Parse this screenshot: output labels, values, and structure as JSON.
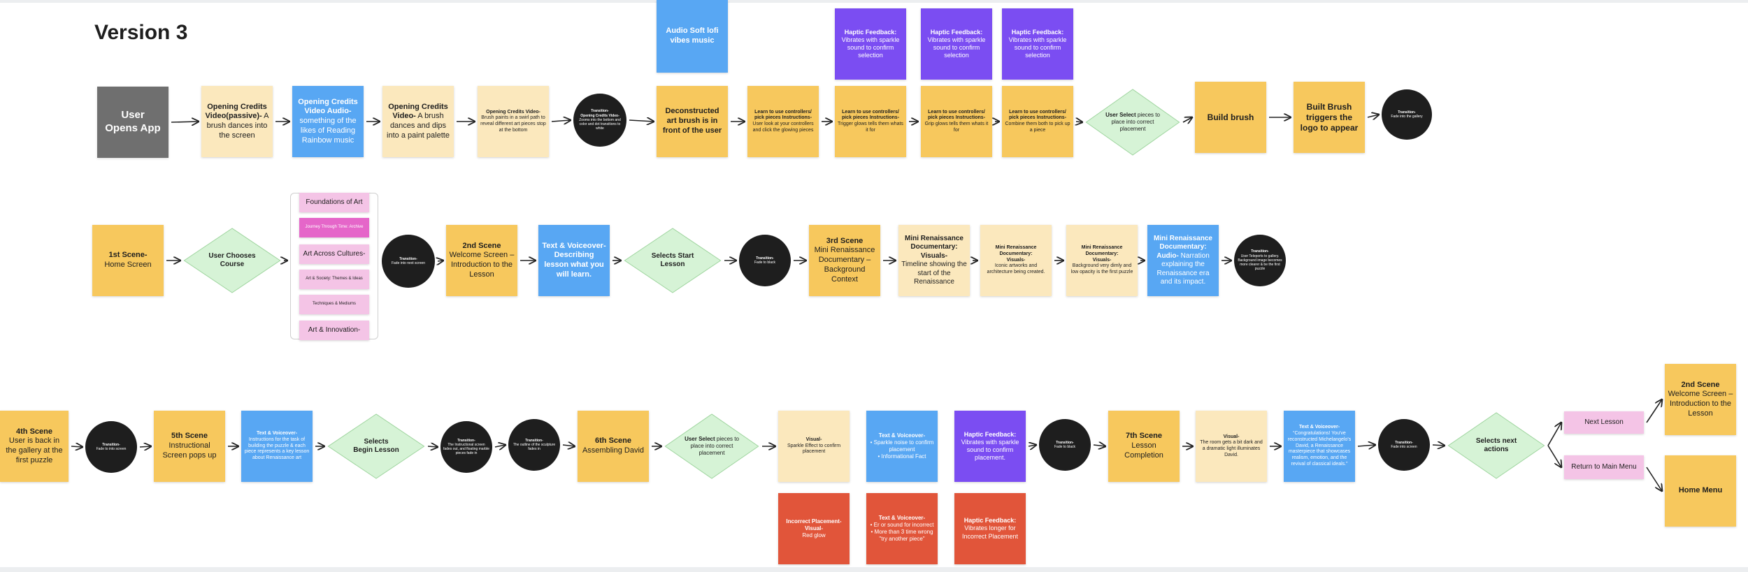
{
  "title": "Version 3",
  "colors": {
    "grey": "#6f6f6f",
    "yellow": "#f7c85d",
    "cream": "#fbe8bd",
    "blue": "#58a7f3",
    "purple": "#7b4df2",
    "pink": "#f4c4e6",
    "magenta": "#e566c9",
    "red": "#e1553a",
    "diamond_fill": "#d6f3d6",
    "diamond_stroke": "#9fd59f",
    "circle": "#1e1e1e",
    "arrow": "#222222"
  },
  "nodes": [
    {
      "id": "n1",
      "shape": "rect",
      "color": "grey",
      "lines": [
        {
          "h": "User"
        },
        {
          "h": "Opens App"
        }
      ]
    },
    {
      "id": "n2",
      "shape": "rect",
      "color": "cream",
      "lines": [
        {
          "h": "Opening Credits Video(passive)-",
          "t": " A brush dances into the screen"
        }
      ]
    },
    {
      "id": "n3",
      "shape": "rect",
      "color": "blue",
      "lines": [
        {
          "h": "Opening Credits Video Audio-",
          "t": "something of the likes of Reading Rainbow music"
        }
      ]
    },
    {
      "id": "n4",
      "shape": "rect",
      "color": "cream",
      "lines": [
        {
          "h": "Opening Credits Video-",
          "t": " A brush dances and dips into a paint palette"
        }
      ]
    },
    {
      "id": "n5",
      "shape": "rect",
      "color": "cream",
      "lines": [
        {
          "h": "Opening Credits Video-",
          "t": "Brush paints in a swirl path to reveal different art pieces stop at the bottom"
        }
      ]
    },
    {
      "id": "n6",
      "shape": "circle",
      "lines": [
        {
          "h": "Transition-"
        },
        {
          "h": "Opening Credits Video-",
          "t": " Zooms into the bottom and color and dot transitions to white"
        }
      ]
    },
    {
      "id": "n7",
      "shape": "rect",
      "color": "blue",
      "lines": [
        {
          "h": "Audio Soft lofi vibes music"
        }
      ]
    },
    {
      "id": "n8",
      "shape": "rect",
      "color": "yellow",
      "lines": [
        {
          "h": "Deconstructed art brush is in front of the user"
        }
      ]
    },
    {
      "id": "n9",
      "shape": "rect",
      "color": "yellow",
      "lines": [
        {
          "h": "Learn to use controllers/ pick pieces Instructions-",
          "t": " User look at your controllers and click the glowing pieces"
        }
      ]
    },
    {
      "id": "n10",
      "shape": "rect",
      "color": "yellow",
      "lines": [
        {
          "h": "Learn to use controllers/ pick pieces Instructions-",
          "t": " Trigger glows tells them whats it for"
        }
      ]
    },
    {
      "id": "n11",
      "shape": "rect",
      "color": "yellow",
      "lines": [
        {
          "h": "Learn to use controllers/ pick pieces Instructions-",
          "t": " Grip glows tells them whats it for"
        }
      ]
    },
    {
      "id": "n12",
      "shape": "rect",
      "color": "yellow",
      "lines": [
        {
          "h": "Learn to use controllers/ pick pieces Instructions-",
          "t": " Combine them both to pick up a piece"
        }
      ]
    },
    {
      "id": "n13",
      "shape": "rect",
      "color": "purple",
      "lines": [
        {
          "h": "Haptic Feedback:",
          "t": " Vibrates with sparkle sound to confirm selection"
        }
      ]
    },
    {
      "id": "n14",
      "shape": "rect",
      "color": "purple",
      "lines": [
        {
          "h": "Haptic Feedback:",
          "t": " Vibrates with sparkle sound to confirm selection"
        }
      ]
    },
    {
      "id": "n15",
      "shape": "rect",
      "color": "purple",
      "lines": [
        {
          "h": "Haptic Feedback:",
          "t": " Vibrates with sparkle sound to confirm selection"
        }
      ]
    },
    {
      "id": "n16",
      "shape": "diamond",
      "lines": [
        {
          "h": "User Select",
          "t": " pieces to place into correct placement"
        }
      ]
    },
    {
      "id": "n17",
      "shape": "rect",
      "color": "yellow",
      "lines": [
        {
          "h": "Build brush"
        }
      ]
    },
    {
      "id": "n18",
      "shape": "rect",
      "color": "yellow",
      "lines": [
        {
          "h": "Built Brush triggers the logo to appear"
        }
      ]
    },
    {
      "id": "n19",
      "shape": "circle",
      "lines": [
        {
          "h": "Transition-"
        },
        {
          "t": "Fade into the gallery"
        }
      ]
    },
    {
      "id": "m1",
      "shape": "rect",
      "color": "yellow",
      "lines": [
        {
          "h": "1st Scene-"
        },
        {
          "t": "Home Screen"
        }
      ]
    },
    {
      "id": "m2",
      "shape": "diamond",
      "lines": [
        {
          "h": "User Chooses Course"
        }
      ]
    },
    {
      "id": "m3",
      "shape": "rect",
      "color": "pink",
      "lines": [
        {
          "t": "Foundations of Art"
        }
      ]
    },
    {
      "id": "m4",
      "shape": "rect",
      "color": "magenta",
      "lines": [
        {
          "t": "Journey Through Time: Archive"
        }
      ]
    },
    {
      "id": "m5",
      "shape": "rect",
      "color": "pink",
      "lines": [
        {
          "t": "Art Across Cultures-"
        }
      ]
    },
    {
      "id": "m6",
      "shape": "rect",
      "color": "pink",
      "lines": [
        {
          "t": "Art & Society: Themes & Ideas"
        }
      ]
    },
    {
      "id": "m7",
      "shape": "rect",
      "color": "pink",
      "lines": [
        {
          "t": "Techniques & Mediums"
        }
      ]
    },
    {
      "id": "m8",
      "shape": "rect",
      "color": "pink",
      "lines": [
        {
          "t": "Art & Innovation-"
        }
      ]
    },
    {
      "id": "m9",
      "shape": "circle",
      "lines": [
        {
          "h": "Transition-"
        },
        {
          "t": "Fade into next screen"
        }
      ]
    },
    {
      "id": "m10",
      "shape": "rect",
      "color": "yellow",
      "lines": [
        {
          "h": "2nd Scene"
        },
        {
          "t": "Welcome Screen – Introduction to the Lesson"
        }
      ]
    },
    {
      "id": "m11",
      "shape": "rect",
      "color": "blue",
      "lines": [
        {
          "h": "Text & Voiceover-"
        },
        {
          "h": "Describing lesson what you will learn."
        }
      ]
    },
    {
      "id": "m12",
      "shape": "diamond",
      "lines": [
        {
          "h": "Selects Start Lesson"
        }
      ]
    },
    {
      "id": "m13",
      "shape": "circle",
      "lines": [
        {
          "h": "Transition-"
        },
        {
          "t": "Fade to black"
        }
      ]
    },
    {
      "id": "m14",
      "shape": "rect",
      "color": "yellow",
      "lines": [
        {
          "h": "3rd Scene"
        },
        {
          "t": "Mini Renaissance Documentary – Background Context"
        }
      ]
    },
    {
      "id": "m15",
      "shape": "rect",
      "color": "cream",
      "lines": [
        {
          "h": "Mini Renaissance Documentary:"
        },
        {
          "h": "Visuals-"
        },
        {
          "t": "Timeline showing the start of the Renaissance"
        }
      ]
    },
    {
      "id": "m16",
      "shape": "rect",
      "color": "cream",
      "lines": [
        {
          "h": "Mini Renaissance Documentary:"
        },
        {
          "h": "Visuals-"
        },
        {
          "t": "Iconic artworks and architecture being created."
        }
      ]
    },
    {
      "id": "m17",
      "shape": "rect",
      "color": "cream",
      "lines": [
        {
          "h": "Mini Renaissance Documentary:"
        },
        {
          "h": "Visuals-"
        },
        {
          "t": "Background very dimly and low opacity is the first puzzle"
        }
      ]
    },
    {
      "id": "m18",
      "shape": "rect",
      "color": "blue",
      "lines": [
        {
          "h": "Mini Renaissance Documentary:"
        },
        {
          "h": "Audio-",
          "t": " Narration explaining the Renaissance era and its impact."
        }
      ]
    },
    {
      "id": "m19",
      "shape": "circle",
      "lines": [
        {
          "h": "Transition-"
        },
        {
          "t": "User Teleports to gallery. Background image becomes more clearer & be the first puzzle"
        }
      ]
    },
    {
      "id": "b1",
      "shape": "rect",
      "color": "yellow",
      "lines": [
        {
          "h": "4th Scene"
        },
        {
          "t": "User is back in the gallery at the first puzzle"
        }
      ]
    },
    {
      "id": "b2",
      "shape": "circle",
      "lines": [
        {
          "h": "Transition-"
        },
        {
          "t": "Fade to into screen"
        }
      ]
    },
    {
      "id": "b3",
      "shape": "rect",
      "color": "yellow",
      "lines": [
        {
          "h": "5th Scene"
        },
        {
          "t": "Instructional Screen pops up"
        }
      ]
    },
    {
      "id": "b4",
      "shape": "rect",
      "color": "blue",
      "lines": [
        {
          "h": "Text & Voiceover-"
        },
        {
          "t": "Instructions for the task of building the puzzle & each piece represents a key lesson about Renaissance art"
        }
      ]
    },
    {
      "id": "b5",
      "shape": "diamond",
      "lines": [
        {
          "h": "Selects"
        },
        {
          "h": "Begin Lesson"
        }
      ]
    },
    {
      "id": "b6",
      "shape": "circle",
      "lines": [
        {
          "h": "Transition-"
        },
        {
          "t": "The Instructional screen fades out, and floating marble pieces fade in"
        }
      ]
    },
    {
      "id": "b7",
      "shape": "circle",
      "lines": [
        {
          "h": "Transition-"
        },
        {
          "t": "The outline of the sculpture fades in"
        }
      ]
    },
    {
      "id": "b8",
      "shape": "rect",
      "color": "yellow",
      "lines": [
        {
          "h": "6th Scene"
        },
        {
          "t": "Assembling David"
        }
      ]
    },
    {
      "id": "b9",
      "shape": "diamond",
      "lines": [
        {
          "h": "User Select",
          "t": " pieces to place into correct placement"
        }
      ]
    },
    {
      "id": "b10",
      "shape": "rect",
      "color": "cream",
      "lines": [
        {
          "h": "Visual-"
        },
        {
          "t": "Sparkle Effect to confirm placement"
        }
      ]
    },
    {
      "id": "b11",
      "shape": "rect",
      "color": "blue",
      "lines": [
        {
          "h": "Text & Voiceover-"
        },
        {
          "t": "• Sparkle noise to confirm placement"
        },
        {
          "t": "• Informational Fact"
        }
      ]
    },
    {
      "id": "b12",
      "shape": "rect",
      "color": "purple",
      "lines": [
        {
          "h": "Haptic Feedback:",
          "t": " Vibrates with sparkle sound to confirm placement."
        }
      ]
    },
    {
      "id": "b13",
      "shape": "circle",
      "lines": [
        {
          "h": "Transition-"
        },
        {
          "t": "Fade to black"
        }
      ]
    },
    {
      "id": "b14",
      "shape": "rect",
      "color": "yellow",
      "lines": [
        {
          "h": "7th Scene"
        },
        {
          "t": "Lesson Completion"
        }
      ]
    },
    {
      "id": "b15",
      "shape": "rect",
      "color": "cream",
      "lines": [
        {
          "h": "Visual-"
        },
        {
          "t": "The room gets a bit dark and a dramatic light illuminates David."
        }
      ]
    },
    {
      "id": "b16",
      "shape": "rect",
      "color": "blue",
      "lines": [
        {
          "h": "Text & Voiceover-"
        },
        {
          "t": "“Congratulations! You've reconstructed Michelangelo's David, a Renaissance masterpiece that showcases realism, emotion, and the revival of classical ideals.”"
        }
      ]
    },
    {
      "id": "b17",
      "shape": "circle",
      "lines": [
        {
          "h": "Transition-"
        },
        {
          "t": "Fade into screen"
        }
      ]
    },
    {
      "id": "b18",
      "shape": "diamond",
      "lines": [
        {
          "h": "Selects next actions"
        }
      ]
    },
    {
      "id": "b19",
      "shape": "rect",
      "color": "pink",
      "lines": [
        {
          "t": "Next Lesson"
        }
      ]
    },
    {
      "id": "b20",
      "shape": "rect",
      "color": "pink",
      "lines": [
        {
          "t": "Return to Main Menu"
        }
      ]
    },
    {
      "id": "b21",
      "shape": "rect",
      "color": "yellow",
      "lines": [
        {
          "h": "2nd Scene"
        },
        {
          "t": "Welcome Screen – Introduction to the Lesson"
        }
      ]
    },
    {
      "id": "b22",
      "shape": "rect",
      "color": "yellow",
      "lines": [
        {
          "h": "Home Menu"
        }
      ]
    },
    {
      "id": "b23",
      "shape": "rect",
      "color": "red",
      "lines": [
        {
          "h": "Incorrect Placement-"
        },
        {
          "h": "Visual-"
        },
        {
          "t": "Red glow"
        }
      ]
    },
    {
      "id": "b24",
      "shape": "rect",
      "color": "red",
      "lines": [
        {
          "h": "Text & Voiceover-"
        },
        {
          "t": "• Er or sound for incorrect"
        },
        {
          "t": "• More than 3 time wrong \"try another piece\""
        }
      ]
    },
    {
      "id": "b25",
      "shape": "rect",
      "color": "red",
      "lines": [
        {
          "h": "Haptic Feedback:"
        },
        {
          "t": "Vibrates longer for Incorrect Placement"
        }
      ]
    }
  ],
  "edges": [
    [
      "n1",
      "n2"
    ],
    [
      "n2",
      "n3"
    ],
    [
      "n3",
      "n4"
    ],
    [
      "n4",
      "n5"
    ],
    [
      "n5",
      "n6"
    ],
    [
      "n6",
      "n8"
    ],
    [
      "n8",
      "n9"
    ],
    [
      "n9",
      "n10"
    ],
    [
      "n10",
      "n11"
    ],
    [
      "n11",
      "n12"
    ],
    [
      "n12",
      "n16"
    ],
    [
      "n16",
      "n17"
    ],
    [
      "n17",
      "n18"
    ],
    [
      "n18",
      "n19"
    ],
    [
      "m1",
      "m2"
    ],
    [
      "m2",
      "m3"
    ],
    [
      "m9",
      "m10"
    ],
    [
      "m10",
      "m11"
    ],
    [
      "m11",
      "m12"
    ],
    [
      "m12",
      "m13"
    ],
    [
      "m13",
      "m14"
    ],
    [
      "m14",
      "m15"
    ],
    [
      "m15",
      "m16"
    ],
    [
      "m16",
      "m17"
    ],
    [
      "m17",
      "m18"
    ],
    [
      "m18",
      "m19"
    ],
    [
      "b1",
      "b2"
    ],
    [
      "b2",
      "b3"
    ],
    [
      "b3",
      "b4"
    ],
    [
      "b4",
      "b5"
    ],
    [
      "b5",
      "b6"
    ],
    [
      "b6",
      "b7"
    ],
    [
      "b7",
      "b8"
    ],
    [
      "b8",
      "b9"
    ],
    [
      "b9",
      "b10"
    ],
    [
      "b12",
      "b13"
    ],
    [
      "b13",
      "b14"
    ],
    [
      "b14",
      "b15"
    ],
    [
      "b15",
      "b16"
    ],
    [
      "b16",
      "b17"
    ],
    [
      "b17",
      "b18"
    ],
    [
      "b18",
      "b19"
    ],
    [
      "b18",
      "b20"
    ],
    [
      "b19",
      "b21"
    ],
    [
      "b20",
      "b22"
    ]
  ]
}
